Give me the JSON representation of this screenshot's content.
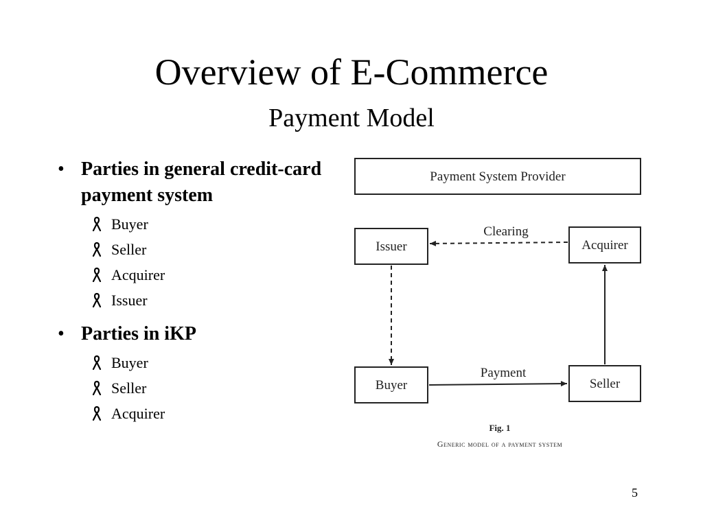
{
  "slide": {
    "title": "Overview of E-Commerce",
    "subtitle": "Payment Model",
    "page_number": "5"
  },
  "bullets": [
    {
      "label": "Parties in general credit-card payment system",
      "items": [
        "Buyer",
        "Seller",
        "Acquirer",
        "Issuer"
      ]
    },
    {
      "label": "Parties in iKP",
      "items": [
        "Buyer",
        "Seller",
        "Acquirer"
      ]
    }
  ],
  "diagram": {
    "provider": "Payment System Provider",
    "nodes": {
      "issuer": "Issuer",
      "acquirer": "Acquirer",
      "buyer": "Buyer",
      "seller": "Seller"
    },
    "edges": {
      "clearing": "Clearing",
      "payment": "Payment"
    },
    "caption_fig": "Fig. 1",
    "caption_text": "Generic model of a payment system"
  }
}
